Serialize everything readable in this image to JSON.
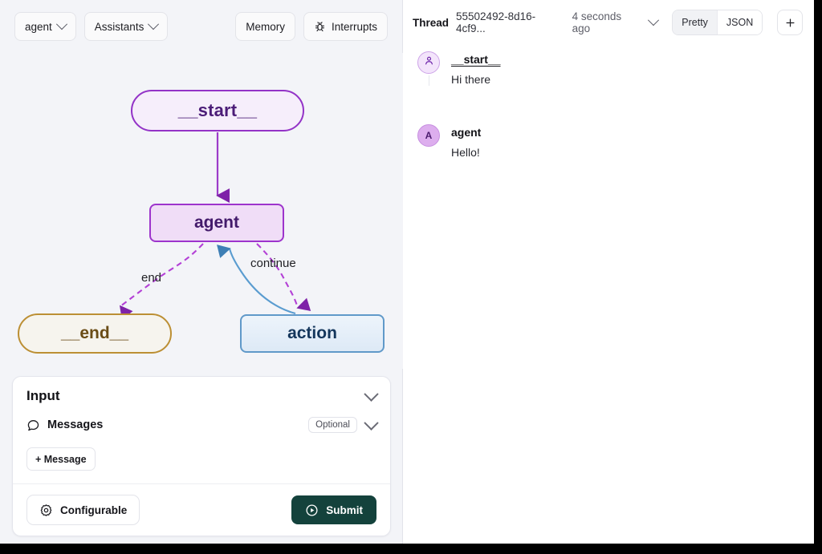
{
  "left_toolbar": {
    "graph_select": {
      "label": "agent",
      "icon": "chevron-down-icon"
    },
    "assistants_select": {
      "label": "Assistants",
      "icon": "chevron-down-icon"
    },
    "memory_button": "Memory",
    "interrupts_button": {
      "label": "Interrupts",
      "icon": "bug-icon"
    }
  },
  "graph": {
    "nodes": [
      {
        "id": "start",
        "label": "__start__",
        "border": "#9333c7",
        "fill": "#f6eefb",
        "text": "#4c1d78"
      },
      {
        "id": "agent",
        "label": "agent",
        "border": "#9d34cc",
        "fill": "#f0ddf7",
        "text": "#431a6b"
      },
      {
        "id": "end",
        "label": "__end__",
        "border": "#bc8f34",
        "fill": "#f6f4ee",
        "text": "#6a4c16"
      },
      {
        "id": "action",
        "label": "action",
        "border": "#6099c9",
        "fill": "#e4eef8",
        "text": "#14365c"
      }
    ],
    "edges": [
      {
        "from": "start",
        "to": "end_agent",
        "label": "",
        "style": "solid-purple"
      },
      {
        "from": "agent",
        "to": "end",
        "label": "end",
        "style": "dashed-purple"
      },
      {
        "from": "agent",
        "to": "action",
        "label": "continue",
        "style": "dashed-purple"
      },
      {
        "from": "action",
        "to": "agent",
        "label": "",
        "style": "solid-blue"
      }
    ],
    "labels": {
      "end": "end",
      "continue": "continue"
    }
  },
  "input_panel": {
    "title": "Input",
    "collapse_icon": "chevron-down-icon",
    "field": {
      "icon": "chat-bubble-icon",
      "label": "Messages",
      "badge": "Optional",
      "expand_icon": "chevron-down-icon"
    },
    "add_message_button": "+ Message",
    "configurable_button": {
      "label": "Configurable",
      "icon": "gear-icon"
    },
    "submit_button": {
      "label": "Submit",
      "icon": "play-circle-icon",
      "color": "#14423c"
    }
  },
  "thread": {
    "label": "Thread",
    "id": "55502492-8d16-4cf9...",
    "time": "4 seconds ago",
    "menu_icon": "chevron-down-icon",
    "view_modes": [
      {
        "label": "Pretty",
        "active": true
      },
      {
        "label": "JSON",
        "active": false
      }
    ],
    "new_thread_icon": "plus-icon",
    "messages": [
      {
        "role": "__start__",
        "avatar": "user-icon",
        "avatar_letter": "",
        "text": "Hi there",
        "underline": true
      },
      {
        "role": "agent",
        "avatar": "letter",
        "avatar_letter": "A",
        "text": "Hello!",
        "underline": false
      }
    ]
  }
}
